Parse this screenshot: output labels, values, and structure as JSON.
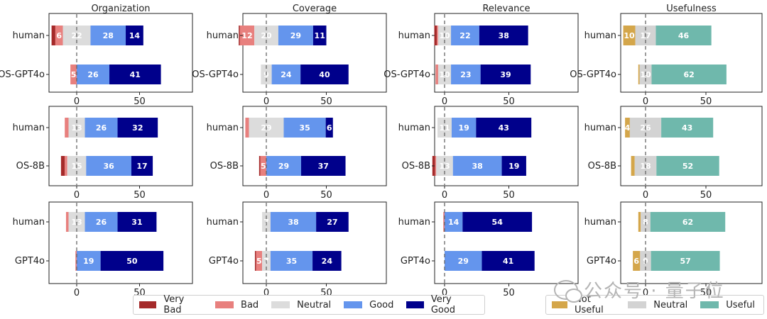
{
  "chart_data": {
    "type": "bar",
    "orientation": "horizontal-diverging",
    "columns": [
      {
        "title": "Organization",
        "scheme": "five",
        "xticks": [
          0,
          50
        ]
      },
      {
        "title": "Coverage",
        "scheme": "five",
        "xticks": [
          0,
          50
        ]
      },
      {
        "title": "Relevance",
        "scheme": "five",
        "xticks": [
          0,
          50
        ]
      },
      {
        "title": "Usefulness",
        "scheme": "three",
        "xticks": [
          0,
          50
        ]
      }
    ],
    "panels": [
      [
        {
          "rows": [
            {
              "label": "human",
              "values": [
                3,
                6,
                22,
                28,
                14
              ]
            },
            {
              "label": "OS-GPT4o",
              "values": [
                0,
                5,
                0,
                26,
                41
              ]
            }
          ]
        },
        {
          "rows": [
            {
              "label": "human",
              "values": [
                1,
                12,
                20,
                29,
                11
              ]
            },
            {
              "label": "OS-GPT4o",
              "values": [
                0,
                0,
                9,
                24,
                40
              ]
            }
          ]
        },
        {
          "rows": [
            {
              "label": "human",
              "values": [
                2,
                1,
                10,
                22,
                38
              ]
            },
            {
              "label": "OS-GPT4o",
              "values": [
                0,
                2,
                10,
                23,
                39
              ]
            }
          ]
        },
        {
          "rows": [
            {
              "label": "human",
              "values": [
                10,
                17,
                46
              ]
            },
            {
              "label": "OS-GPT4o",
              "values": [
                1,
                10,
                62
              ]
            }
          ]
        }
      ],
      [
        {
          "rows": [
            {
              "label": "human",
              "values": [
                0,
                3,
                13,
                26,
                32
              ]
            },
            {
              "label": "OS-8B",
              "values": [
                3,
                2,
                15,
                36,
                17
              ]
            }
          ]
        },
        {
          "rows": [
            {
              "label": "human",
              "values": [
                0,
                3,
                29,
                35,
                6
              ]
            },
            {
              "label": "OS-8B",
              "values": [
                1,
                5,
                0,
                29,
                37
              ]
            }
          ]
        },
        {
          "rows": [
            {
              "label": "human",
              "values": [
                0,
                0,
                11,
                19,
                43
              ]
            },
            {
              "label": "OS-8B",
              "values": [
                2,
                1,
                13,
                38,
                19
              ]
            }
          ]
        },
        {
          "rows": [
            {
              "label": "human",
              "values": [
                4,
                26,
                43
              ]
            },
            {
              "label": "OS-8B",
              "values": [
                3,
                18,
                52
              ]
            }
          ]
        }
      ],
      [
        {
          "rows": [
            {
              "label": "human",
              "values": [
                0,
                2,
                13,
                26,
                31
              ]
            },
            {
              "label": "GPT4o",
              "values": [
                0,
                1,
                0,
                19,
                50
              ]
            }
          ]
        },
        {
          "rows": [
            {
              "label": "human",
              "values": [
                0,
                0,
                7,
                38,
                27
              ]
            },
            {
              "label": "GPT4o",
              "values": [
                1,
                5,
                7,
                35,
                24
              ]
            }
          ]
        },
        {
          "rows": [
            {
              "label": "human",
              "values": [
                0,
                1,
                0,
                14,
                54
              ]
            },
            {
              "label": "GPT4o",
              "values": [
                0,
                0,
                0,
                29,
                41
              ]
            }
          ]
        },
        {
          "rows": [
            {
              "label": "human",
              "values": [
                2,
                8,
                62
              ]
            },
            {
              "label": "GPT4o",
              "values": [
                6,
                9,
                57
              ]
            }
          ]
        }
      ]
    ],
    "legend_five": [
      {
        "name": "Very Bad",
        "color": "#a52a2a"
      },
      {
        "name": "Bad",
        "color": "#e8807e"
      },
      {
        "name": "Neutral",
        "color": "#dcdcdc"
      },
      {
        "name": "Good",
        "color": "#6495ed"
      },
      {
        "name": "Very Good",
        "color": "#00008b"
      }
    ],
    "legend_three": [
      {
        "name": "Not Useful",
        "color": "#d4a64a"
      },
      {
        "name": "Neutral",
        "color": "#d3d3d3"
      },
      {
        "name": "Useful",
        "color": "#6fb8ac"
      }
    ]
  },
  "watermark": "公众号 · 量子位"
}
